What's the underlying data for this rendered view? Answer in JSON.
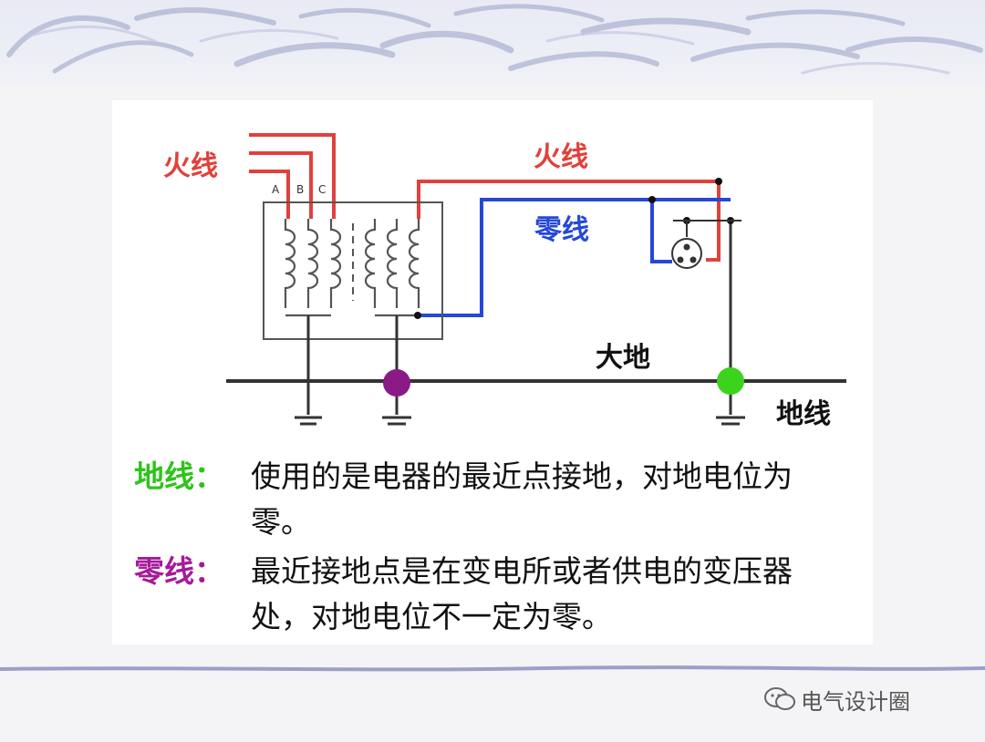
{
  "diagram": {
    "labels": {
      "live_left": "火线",
      "phases": [
        "A",
        "B",
        "C"
      ],
      "live_right": "火线",
      "neutral": "零线",
      "earth_ground": "大地",
      "ground_wire": "地线"
    },
    "colors": {
      "live": "#e0413a",
      "neutral": "#2448d8",
      "ground_point_neutral": "#8b1a86",
      "ground_point_earth": "#3cd31c",
      "ground_wire_text": "#2ec31a",
      "neutral_text": "#a51a9a"
    }
  },
  "definitions": [
    {
      "term": "地线：",
      "text": "使用的是电器的最近点接地，对地电位为零。"
    },
    {
      "term": "零线：",
      "text": "最近接地点是在变电所或者供电的变压器处，对地电位不一定为零。"
    }
  ],
  "watermark": {
    "icon": "wechat-icon",
    "text": "电气设计圈"
  }
}
